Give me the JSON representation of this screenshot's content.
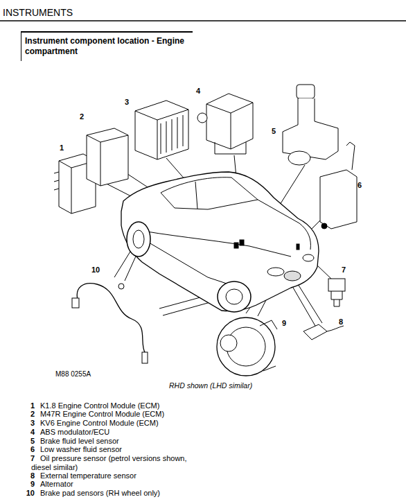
{
  "diagram": {
    "title": "INSTRUMENTS",
    "caption": "RHD shown (LHD similar)",
    "nodes": [
      {
        "text": [
          "Instrument component location - Engine compartment"
        ]
      }
    ],
    "edges": [],
    "labels": [
      "1",
      "2",
      "3",
      "4",
      "5",
      "6",
      "7",
      "8",
      "9",
      "10",
      "M88 0255A",
      "1",
      "K1.8 Engine Control Module (ECM)",
      "2",
      "M47R Engine Control Module (ECM)",
      "3",
      "KV6 Engine Control Module (ECM)",
      "4",
      "ABS modulator/ECU",
      "5",
      "Brake fluid level sensor",
      "6",
      "Low washer fluid sensor",
      "7",
      "Oil pressure sensor (petrol versions shown, diesel similar)",
      "8",
      "External temperature sensor",
      "9",
      "Alternator",
      "10",
      "Brake pad sensors (RH wheel only)"
    ]
  }
}
